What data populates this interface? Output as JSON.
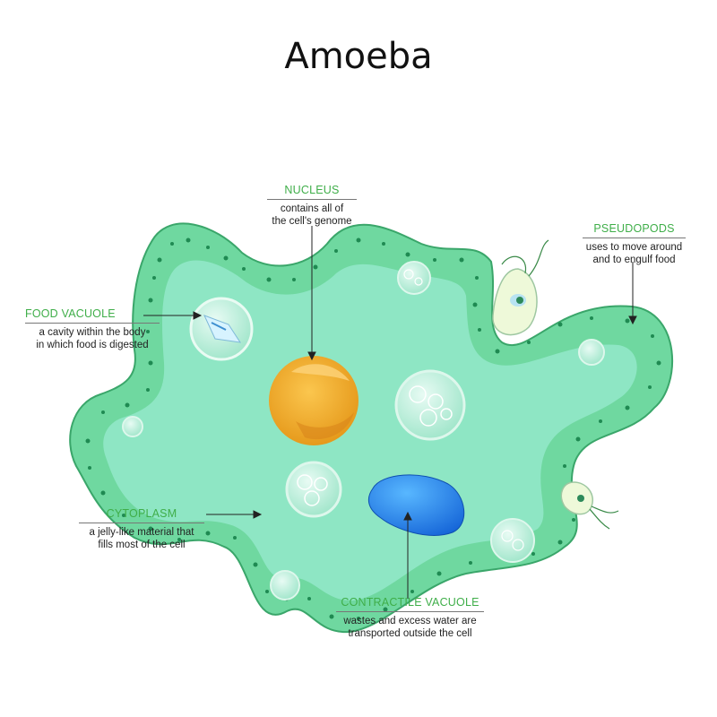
{
  "title": "Amoeba",
  "labels": {
    "nucleus": {
      "head": "NUCLEUS",
      "line1": "contains all of",
      "line2": "the cell's genome"
    },
    "pseudopods": {
      "head": "PSEUDOPODS",
      "line1": "uses to move around",
      "line2": "and to engulf food"
    },
    "food_vacuole": {
      "head": "FOOD VACUOLE",
      "line1": "a cavity within the body",
      "line2": "in which food is digested"
    },
    "cytoplasm": {
      "head": "CYTOPLASM",
      "line1": "a jelly-like material that",
      "line2": "fills most of the cell"
    },
    "contractile_vacuole": {
      "head": "CONTRACTILE VACUOLE",
      "line1": "wastes and excess water are",
      "line2": "transported outside the cell"
    }
  },
  "colors": {
    "cell_outer": "#5ccf8f",
    "cell_membrane": "#2e9e5e",
    "cytoplasm_inner": "#8ee6c4",
    "nucleus": "#f0a830",
    "contractile_vacuole": "#2e86e6",
    "label_heading": "#3fae49"
  }
}
